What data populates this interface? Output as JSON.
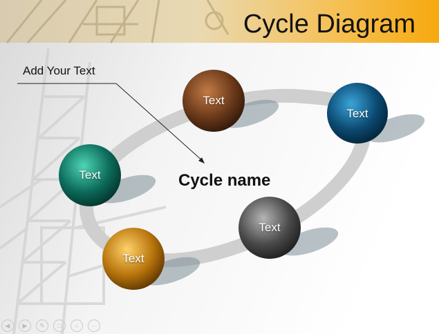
{
  "title": "Cycle Diagram",
  "callout": {
    "text": "Add Your Text"
  },
  "center": {
    "label": "Cycle name"
  },
  "nodes": [
    {
      "label": "Text",
      "color": "#6b3a1a"
    },
    {
      "label": "Text",
      "color": "#0b4a72"
    },
    {
      "label": "Text",
      "color": "#0c6b5a"
    },
    {
      "label": "Text",
      "color": "#4a4a4a"
    },
    {
      "label": "Text",
      "color": "#b8740c"
    }
  ],
  "colors": {
    "header_accent": "#f6a90f",
    "ring": "#cfcfcf",
    "shadow": "#7f8f98"
  },
  "nav_icons": [
    "prev-icon",
    "next-icon",
    "pen-icon",
    "slide-icon",
    "zoom-icon",
    "menu-icon"
  ]
}
